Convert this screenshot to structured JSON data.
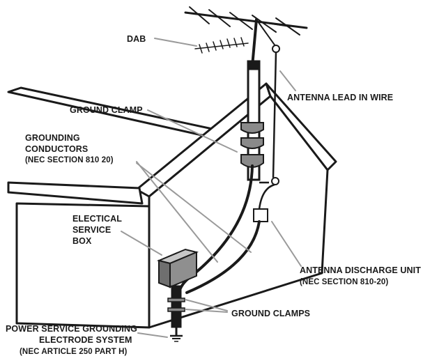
{
  "labels": {
    "dab": "DAB",
    "antenna_lead_in_wire": "ANTENNA LEAD IN WIRE",
    "ground_clamp": "GROUND CLAMP",
    "grounding_conductors_line1": "GROUNDING",
    "grounding_conductors_line2": "CONDUCTORS",
    "grounding_conductors_line3": "(NEC SECTION 810 20)",
    "service_box_line1": "ELECTICAL",
    "service_box_line2": "SERVICE",
    "service_box_line3": "BOX",
    "discharge_unit_line1": "ANTENNA DISCHARGE UNIT",
    "discharge_unit_line2": "(NEC SECTION  810-20)",
    "ground_clamps": "GROUND CLAMPS",
    "electrode_line1": "POWER SERVICE GROUNDING",
    "electrode_line2": "ELECTRODE SYSTEM",
    "electrode_line3": "(NEC ARTICLE 250  PART H)"
  },
  "colors": {
    "ink": "#1a1a1a",
    "leader": "#9a9a9a",
    "box_fill": "#8f8f8f",
    "clamp_fill": "#8a8a8a",
    "wall": "#ffffff"
  }
}
